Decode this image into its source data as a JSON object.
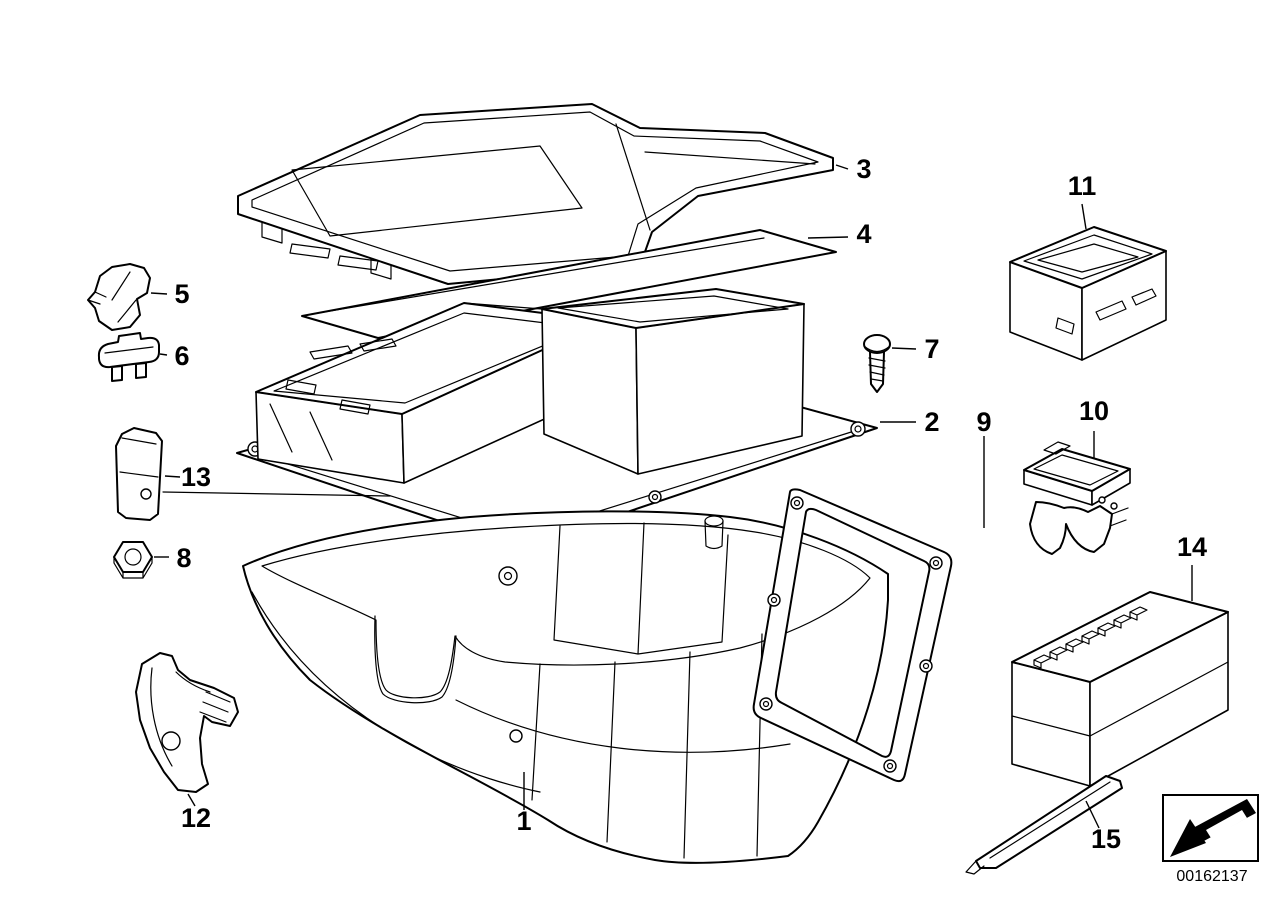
{
  "diagram": {
    "background": "#ffffff",
    "line_color": "#000000",
    "callouts": {
      "c1": "1",
      "c2": "2",
      "c3": "3",
      "c4": "4",
      "c5": "5",
      "c6": "6",
      "c7": "7",
      "c8": "8",
      "c9": "9",
      "c10": "10",
      "c11": "11",
      "c12": "12",
      "c13": "13",
      "c14": "14",
      "c15": "15"
    },
    "footer": {
      "image_id": "00162137"
    }
  }
}
